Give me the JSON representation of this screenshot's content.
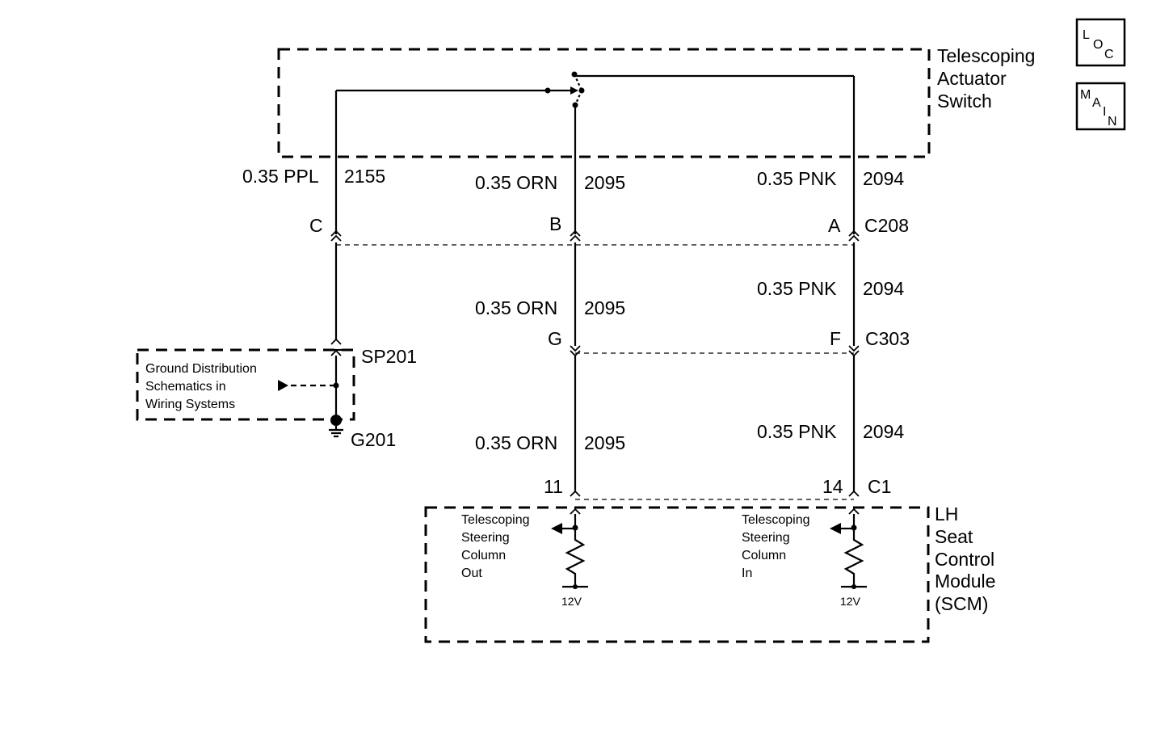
{
  "components": {
    "switch_label": [
      "Telescoping",
      "Actuator",
      "Switch"
    ],
    "module_label": [
      "LH",
      "Seat",
      "Control",
      "Module",
      "(SCM)"
    ],
    "ground_ref": [
      "Ground Distribution",
      "Schematics in",
      "Wiring Systems"
    ],
    "splice": "SP201",
    "ground": "G201",
    "loc_icon": [
      "L",
      "O",
      "C"
    ],
    "main_icon": [
      "M",
      "A",
      "I",
      "N"
    ]
  },
  "wires": {
    "c_top": {
      "gauge": "0.35 PPL",
      "circuit": "2155"
    },
    "b_top": {
      "gauge": "0.35 ORN",
      "circuit": "2095"
    },
    "a_top": {
      "gauge": "0.35 PNK",
      "circuit": "2094"
    },
    "g_mid": {
      "gauge": "0.35 ORN",
      "circuit": "2095"
    },
    "f_mid": {
      "gauge": "0.35 PNK",
      "circuit": "2094"
    },
    "left_low": {
      "gauge": "0.35 ORN",
      "circuit": "2095"
    },
    "right_low": {
      "gauge": "0.35 PNK",
      "circuit": "2094"
    }
  },
  "connectors": {
    "c208": {
      "name": "C208",
      "pins": [
        "C",
        "B",
        "A"
      ]
    },
    "c303": {
      "name": "C303",
      "pins": [
        "G",
        "F"
      ]
    },
    "c1": {
      "name": "C1",
      "pins": [
        "11",
        "14"
      ]
    }
  },
  "module_inputs": {
    "out": {
      "label": [
        "Telescoping",
        "Steering",
        "Column",
        "Out"
      ],
      "voltage": "12V"
    },
    "in": {
      "label": [
        "Telescoping",
        "Steering",
        "Column",
        "In"
      ],
      "voltage": "12V"
    }
  }
}
